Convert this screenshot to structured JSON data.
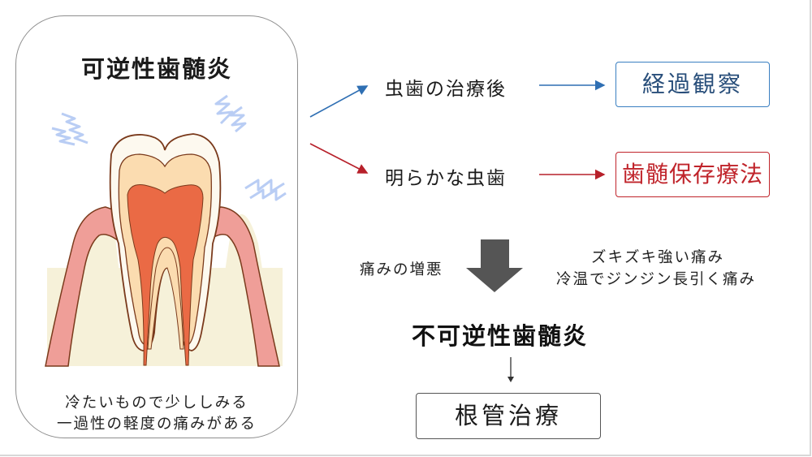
{
  "left_card": {
    "title": "可逆性歯髄炎",
    "caption_line1": "冷たいもので少ししみる",
    "caption_line2": "一過性の軽度の痛みがある",
    "illustration": "tooth-cross-section-icon"
  },
  "branches": {
    "upper": {
      "label": "虫歯の治療後",
      "result": "経過観察",
      "color": "#2f6fb3"
    },
    "lower": {
      "label": "明らかな虫歯",
      "result": "歯髄保存療法",
      "color": "#b7202a"
    }
  },
  "progression": {
    "left_label": "痛みの増悪",
    "right_line1": "ズキズキ強い痛み",
    "right_line2": "冷温でジンジン長引く痛み",
    "arrow_color": "#555555"
  },
  "outcome": {
    "title": "不可逆性歯髄炎",
    "result": "根管治療"
  },
  "colors": {
    "enamel": "#fdf9ef",
    "dentin": "#fbdcb0",
    "pulp": "#ea6a45",
    "gum": "#ef9e98",
    "bone": "#f6f1d9",
    "outline": "#7a3a1c",
    "pain_marks": "#b9cdf4"
  }
}
